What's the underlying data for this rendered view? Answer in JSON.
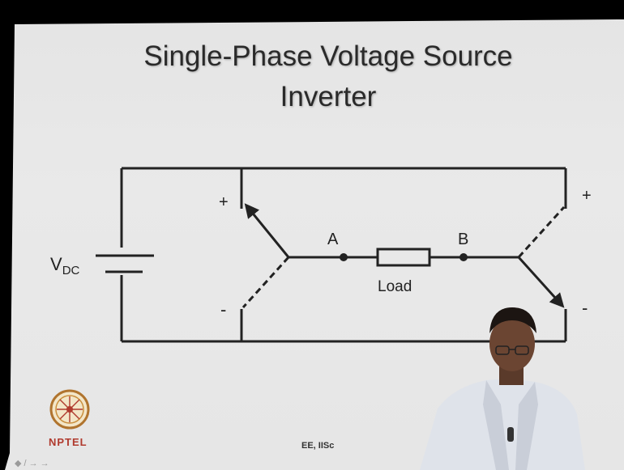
{
  "slide": {
    "title_line1": "Single-Phase Voltage Source",
    "title_line2": "Inverter",
    "footer": "EE, IISc",
    "page_hint": "◆ / → →"
  },
  "circuit": {
    "source_label": "V",
    "source_subscript": "DC",
    "node_a": "A",
    "node_b": "B",
    "load_label": "Load",
    "left_top_polarity": "+",
    "left_bottom_polarity": "-",
    "right_top_polarity": "+",
    "right_bottom_polarity": "-"
  },
  "logo": {
    "text": "NPTEL"
  },
  "colors": {
    "slide_bg": "#e6e6e6",
    "ink": "#222222",
    "logo_red": "#b03a2e"
  }
}
